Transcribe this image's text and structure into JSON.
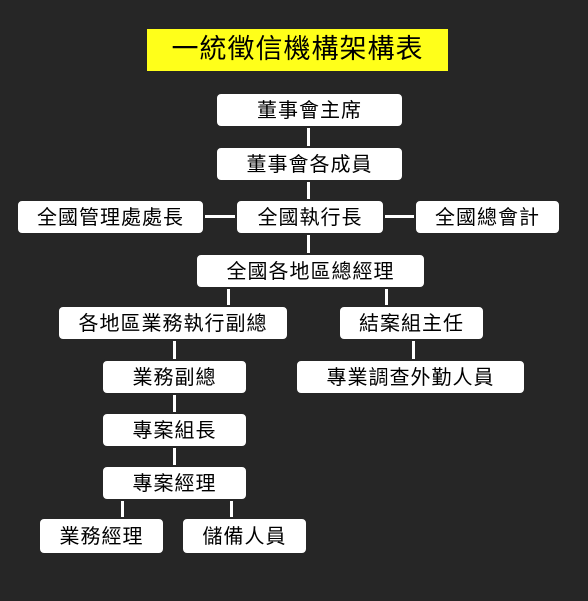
{
  "title": "一統徵信機構架構表",
  "nodes": {
    "chairman": "董事會主席",
    "board_members": "董事會各成員",
    "national_admin_head": "全國管理處處長",
    "national_ceo": "全國執行長",
    "national_accounting": "全國總會計",
    "national_gm": "全國各地區總經理",
    "regional_deputy_gm": "各地區業務執行副總",
    "case_closing_head": "結案組主任",
    "field_investigator": "專業調查外勤人員",
    "business_vp": "業務副總",
    "project_team_lead": "專案組長",
    "project_manager": "專案經理",
    "business_manager": "業務經理",
    "reserve_staff": "儲備人員"
  }
}
